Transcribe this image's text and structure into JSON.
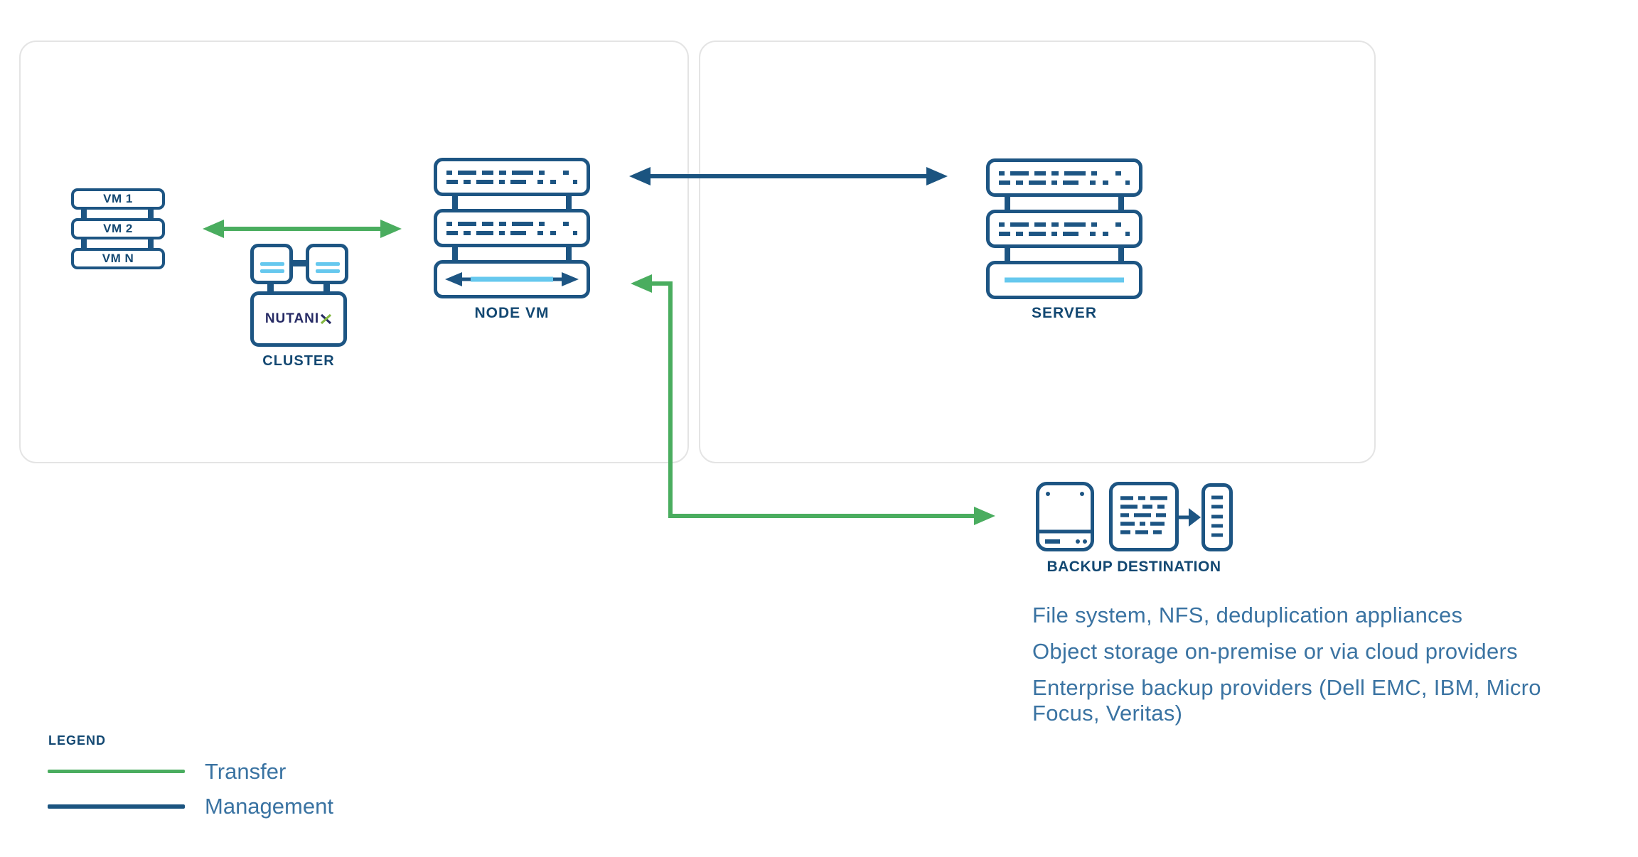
{
  "diagram": {
    "vm_stack": {
      "items": [
        {
          "label": "VM 1"
        },
        {
          "label": "VM 2"
        },
        {
          "label": "VM N"
        }
      ]
    },
    "cluster": {
      "brand_main": "NUTANI",
      "brand_x": "X",
      "label": "CLUSTER"
    },
    "node_vm": {
      "label": "NODE VM"
    },
    "server": {
      "label": "SERVER"
    },
    "backup_destination": {
      "label": "BACKUP DESTINATION"
    },
    "notes": [
      "File system, NFS, deduplication appliances",
      "Object storage on-premise or via cloud providers",
      "Enterprise backup providers (Dell EMC, IBM, Micro Focus, Veritas)"
    ],
    "legend": {
      "title": "LEGEND",
      "items": [
        {
          "label": "Transfer",
          "color": "#4aad5f"
        },
        {
          "label": "Management",
          "color": "#1b5480"
        }
      ]
    },
    "colors": {
      "navy": "#1d5583",
      "green": "#4aad5f",
      "light_blue": "#66c8ee",
      "text_blue": "#3a73a2",
      "panel_border": "#e4e4e4",
      "nutanix_indigo": "#262a64",
      "nutanix_green": "#84b841"
    }
  }
}
